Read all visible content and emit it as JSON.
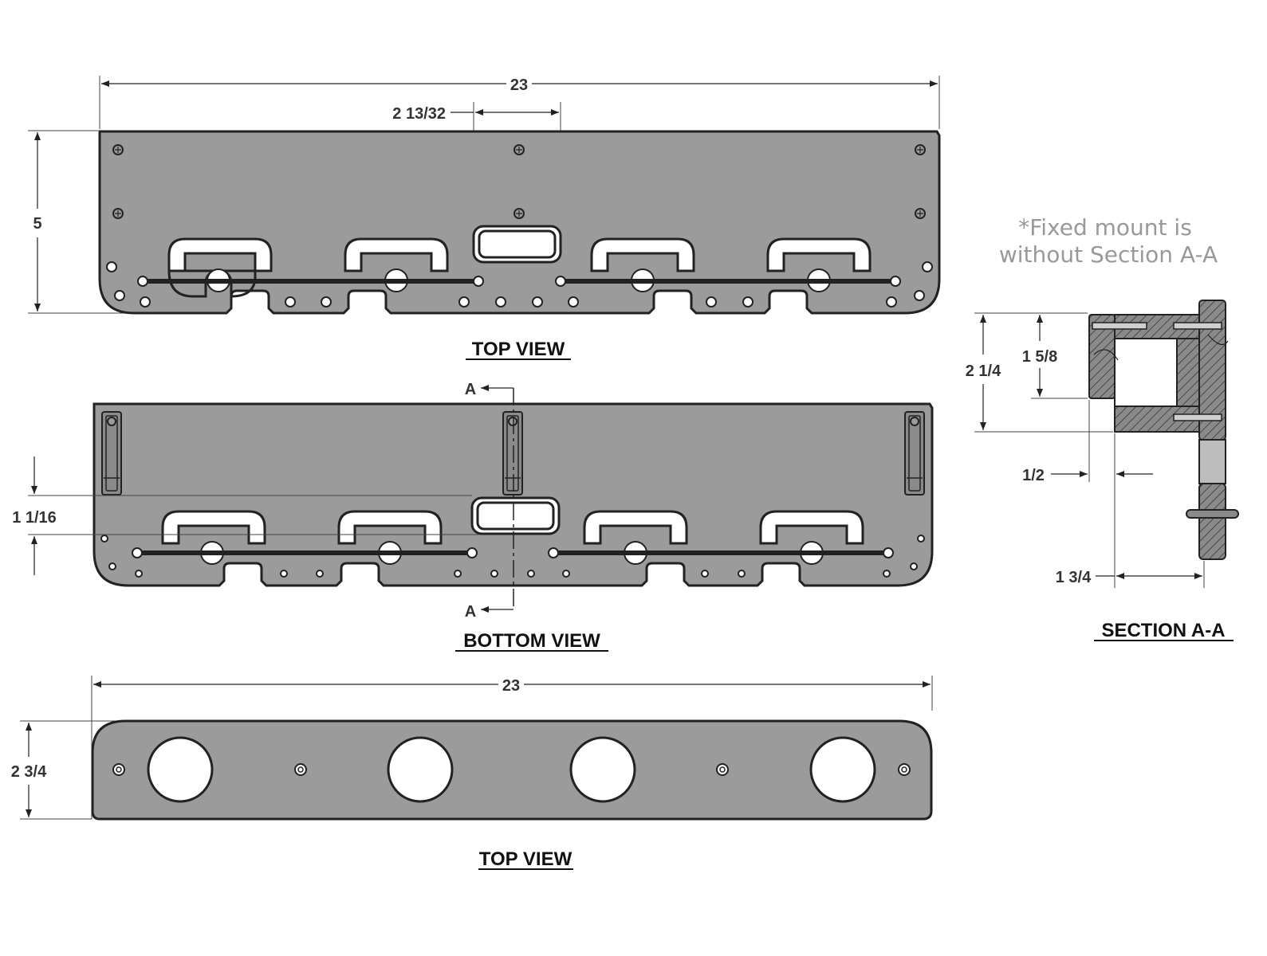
{
  "views": {
    "top_view_1": {
      "title": "TOP VIEW",
      "width_dim": "23",
      "height_dim": "5",
      "slot_dim": "2 13/32"
    },
    "bottom_view": {
      "title": "BOTTOM VIEW",
      "offset_dim": "1 1/16",
      "section_mark_top": "A",
      "section_mark_bottom": "A"
    },
    "top_view_2": {
      "title": "TOP VIEW",
      "width_dim": "23",
      "height_dim": "2 3/4"
    },
    "section": {
      "title": "SECTION A-A",
      "dim_overall": "2 1/4",
      "dim_inner": "1 5/8",
      "dim_thickness": "1/2",
      "dim_depth": "1 3/4"
    }
  },
  "note": {
    "line1": "*Fixed mount is",
    "line2": "without Section A-A"
  }
}
